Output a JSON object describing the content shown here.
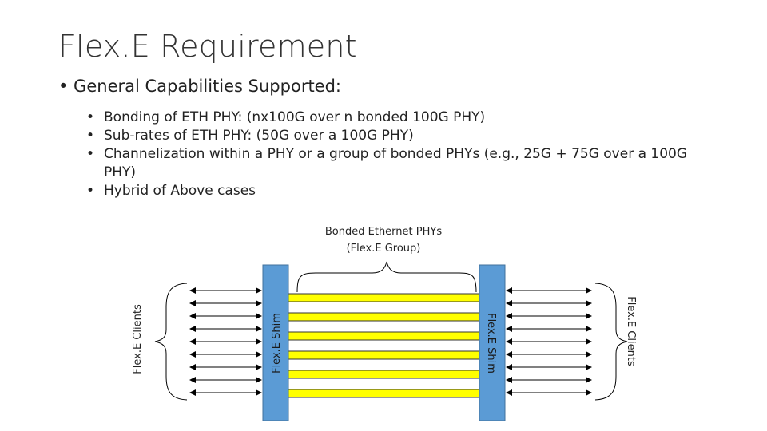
{
  "slide": {
    "title": "Flex.E Requirement",
    "main_bullet": "• General Capabilities Supported:",
    "sub_bullets": [
      {
        "marker": "•",
        "text": "Bonding of ETH PHY: (nx100G over n bonded 100G PHY)"
      },
      {
        "marker": "•",
        "text": "Sub-rates of ETH PHY: (50G over a 100G PHY)"
      },
      {
        "marker": "•",
        "text": "Channelization within a PHY or a group of bonded PHYs (e.g., 25G + 75G over a 100G PHY)"
      },
      {
        "marker": "•",
        "text": "Hybrid of Above cases"
      }
    ]
  },
  "diagram": {
    "caption_line1": "Bonded Ethernet PHYs",
    "caption_line2": "(Flex.E Group)",
    "left_clients_label": "Flex.E Clients",
    "right_clients_label": "Flex.E Clients",
    "left_shim_label": "Flex.E Shim",
    "right_shim_label": "Flex.E Shim",
    "colors": {
      "shim_fill": "#5b9bd5",
      "shim_stroke": "#41719c",
      "phy_fill": "#ffff00",
      "phy_stroke": "#333333"
    }
  }
}
